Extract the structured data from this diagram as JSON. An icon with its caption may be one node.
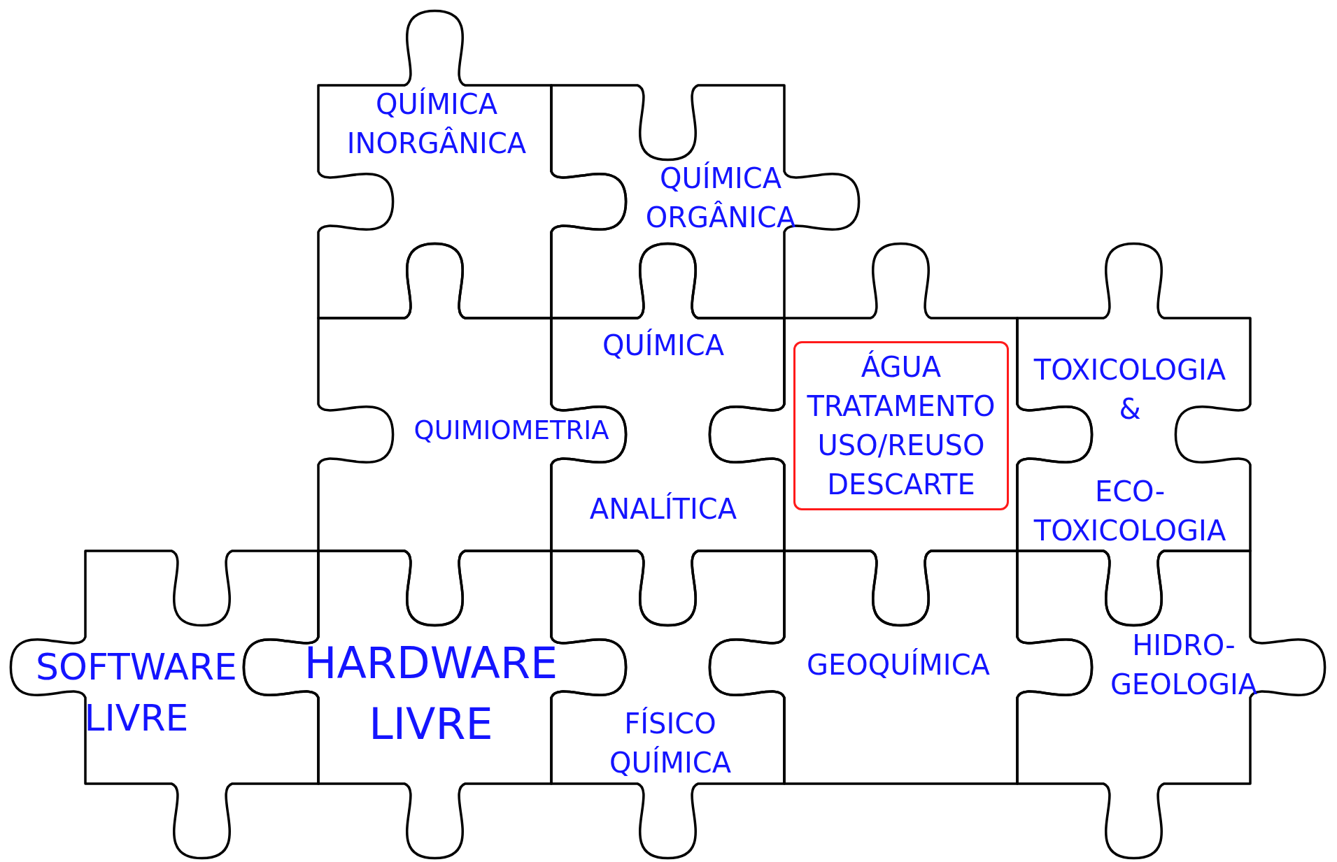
{
  "diagram": {
    "nodes": [
      {
        "text": [
          "QUÍMICA INORGÂNICA"
        ]
      },
      {
        "text": [
          "QUÍMICA ORGÂNICA"
        ]
      },
      {
        "text": [
          "QUIMIOMETRIA"
        ]
      },
      {
        "text": [
          "QUÍMICA",
          "ANALÍTICA"
        ]
      },
      {
        "text": [],
        "shape": "puzzle"
      },
      {
        "text": [
          "ÁGUA TRATAMENTO USO/REUSO DESCARTE"
        ],
        "in": 4
      },
      {
        "text": [
          "TOXICOLOGIA &",
          "ECO- TOXICOLOGIA"
        ]
      },
      {
        "text": [
          "SOFTWARE LIVRE"
        ]
      },
      {
        "text": [
          "HARDWARE LIVRE"
        ]
      },
      {
        "text": [
          "FÍSICO QUÍMICA"
        ]
      },
      {
        "text": [
          "GEOQUÍMICA"
        ]
      },
      {
        "text": [
          "HIDRO- GEOLOGIA"
        ]
      }
    ]
  }
}
